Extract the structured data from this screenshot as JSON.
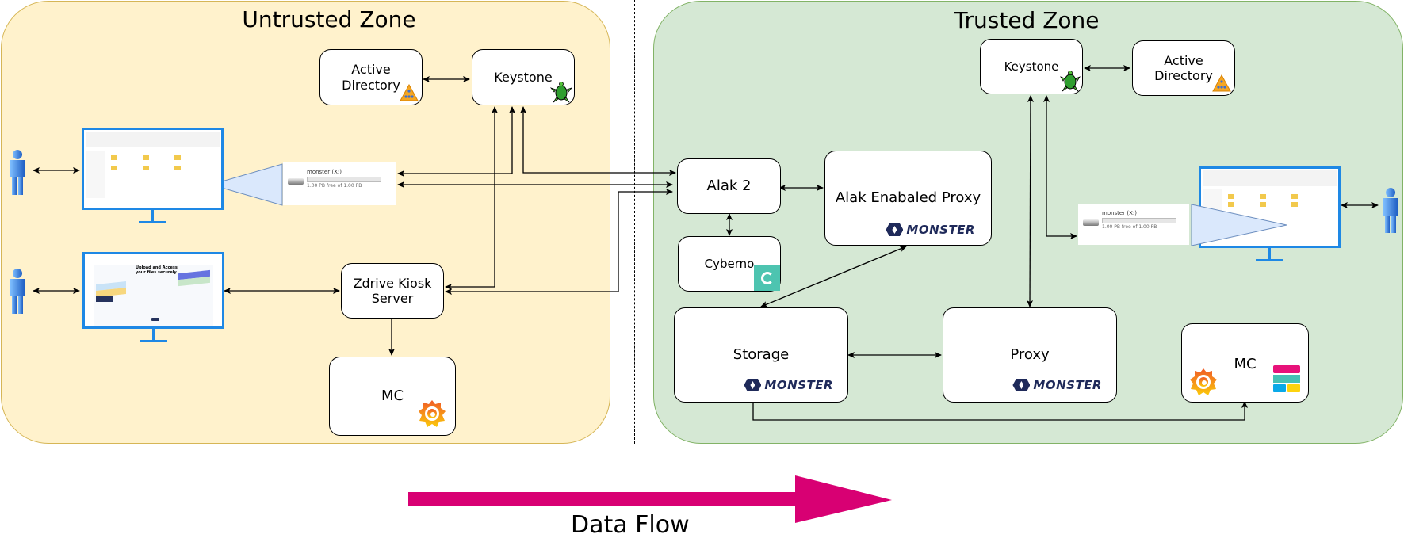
{
  "zones": {
    "untrusted": {
      "title": "Untrusted Zone",
      "fill": "#fff2cc",
      "border": "#d6b656"
    },
    "trusted": {
      "title": "Trusted Zone",
      "fill": "#d5e8d4",
      "border": "#82b366"
    }
  },
  "untrusted_nodes": {
    "active_directory": {
      "label": "Active Directory",
      "icon": "active-directory-icon"
    },
    "keystone": {
      "label": "Keystone",
      "icon": "turtle-icon"
    },
    "zdrive_kiosk": {
      "label_line1": "Zdrive Kiosk",
      "label_line2": "Server"
    },
    "mc": {
      "label": "MC",
      "icon": "grafana-icon"
    },
    "drive": {
      "name": "monster (X:)",
      "free": "1.00 PB free of 1.00 PB"
    }
  },
  "trusted_nodes": {
    "keystone": {
      "label": "Keystone",
      "icon": "turtle-icon"
    },
    "active_directory": {
      "label": "Active Directory",
      "icon": "active-directory-icon"
    },
    "alak2": {
      "label": "Alak 2"
    },
    "cyberno": {
      "label": "Cyberno",
      "icon": "cyberno-icon"
    },
    "alak_proxy": {
      "label": "Alak Enabaled Proxy",
      "logo": "MONSTER"
    },
    "storage": {
      "label": "Storage",
      "logo": "MONSTER"
    },
    "proxy": {
      "label": "Proxy",
      "logo": "MONSTER"
    },
    "mc": {
      "label": "MC",
      "icons": [
        "grafana-icon",
        "dashboard-icon"
      ]
    },
    "drive": {
      "name": "monster (X:)",
      "free": "1.00 PB free of 1.00 PB"
    }
  },
  "kiosk_screen": {
    "headline_line1": "Upload and Access",
    "headline_line2": "your files securely."
  },
  "legend": {
    "label": "Data Flow",
    "color": "#d80073"
  }
}
